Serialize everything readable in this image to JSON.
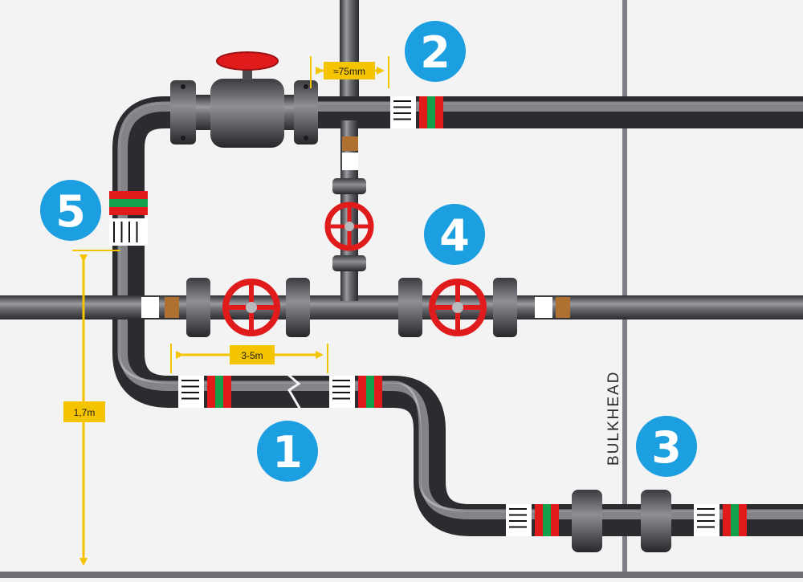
{
  "colors": {
    "background": "#f3f3f4",
    "pipe": "#55575c",
    "valve_handwheel": "#e01b1b",
    "marker_blue": "#1c9fe0",
    "dimension_yellow": "#f5c400",
    "band_red": "#e01b1b",
    "band_green": "#12a04a",
    "bulkhead": "#7f8085"
  },
  "labels": {
    "bulkhead": "BULKHEAD",
    "dim_75mm": "≈75mm",
    "dim_3_5m": "3-5m",
    "dim_1_7m": "1,7m"
  },
  "markers": [
    {
      "id": "1",
      "text": "1"
    },
    {
      "id": "2",
      "text": "2"
    },
    {
      "id": "3",
      "text": "3"
    },
    {
      "id": "4",
      "text": "4"
    },
    {
      "id": "5",
      "text": "5"
    }
  ]
}
